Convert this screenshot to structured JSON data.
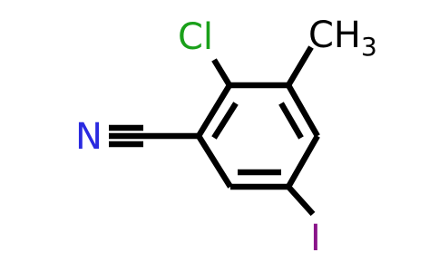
{
  "molecule": {
    "atoms": {
      "chlorine": {
        "symbol": "Cl",
        "color": "#1aa01a"
      },
      "methyl": {
        "symbol": "CH",
        "subscript": "3",
        "color": "#000000"
      },
      "nitrile_n": {
        "symbol": "N",
        "color": "#2a2ae0"
      },
      "iodine": {
        "symbol": "I",
        "color": "#8a158a"
      }
    },
    "bond_color": "#000000",
    "background": "#ffffff"
  }
}
